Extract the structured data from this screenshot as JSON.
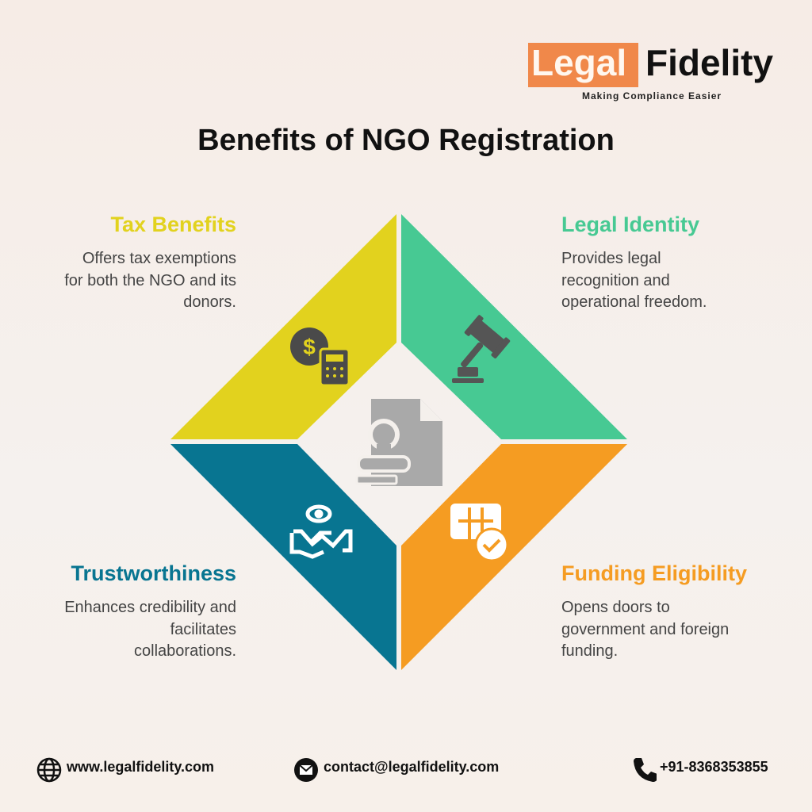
{
  "logo": {
    "part1": "Legal",
    "part2": "Fidelity",
    "tagline": "Making Compliance Easier"
  },
  "title": "Benefits of NGO Registration",
  "benefits": [
    {
      "title": "Tax Benefits",
      "text": [
        "Offers tax exemptions",
        "for both the NGO and its",
        "donors."
      ],
      "color": "#e2d21e",
      "icon": "tax-calculator-icon"
    },
    {
      "title": "Legal Identity",
      "text": [
        "Provides legal",
        "recognition and",
        "operational freedom."
      ],
      "color": "#47c993",
      "icon": "gavel-icon"
    },
    {
      "title": "Trustworthiness",
      "text": [
        "Enhances credibility and",
        "facilitates",
        "collaborations."
      ],
      "color": "#087591",
      "icon": "handshake-eye-icon"
    },
    {
      "title": "Funding Eligibility",
      "text": [
        "Opens doors to",
        "government and foreign",
        "funding."
      ],
      "color": "#f59c22",
      "icon": "treasure-check-icon"
    }
  ],
  "center_icon": "document-stamp-icon",
  "footer": {
    "website": "www.legalfidelity.com",
    "email": "contact@legalfidelity.com",
    "phone": "+91-8368353855"
  }
}
